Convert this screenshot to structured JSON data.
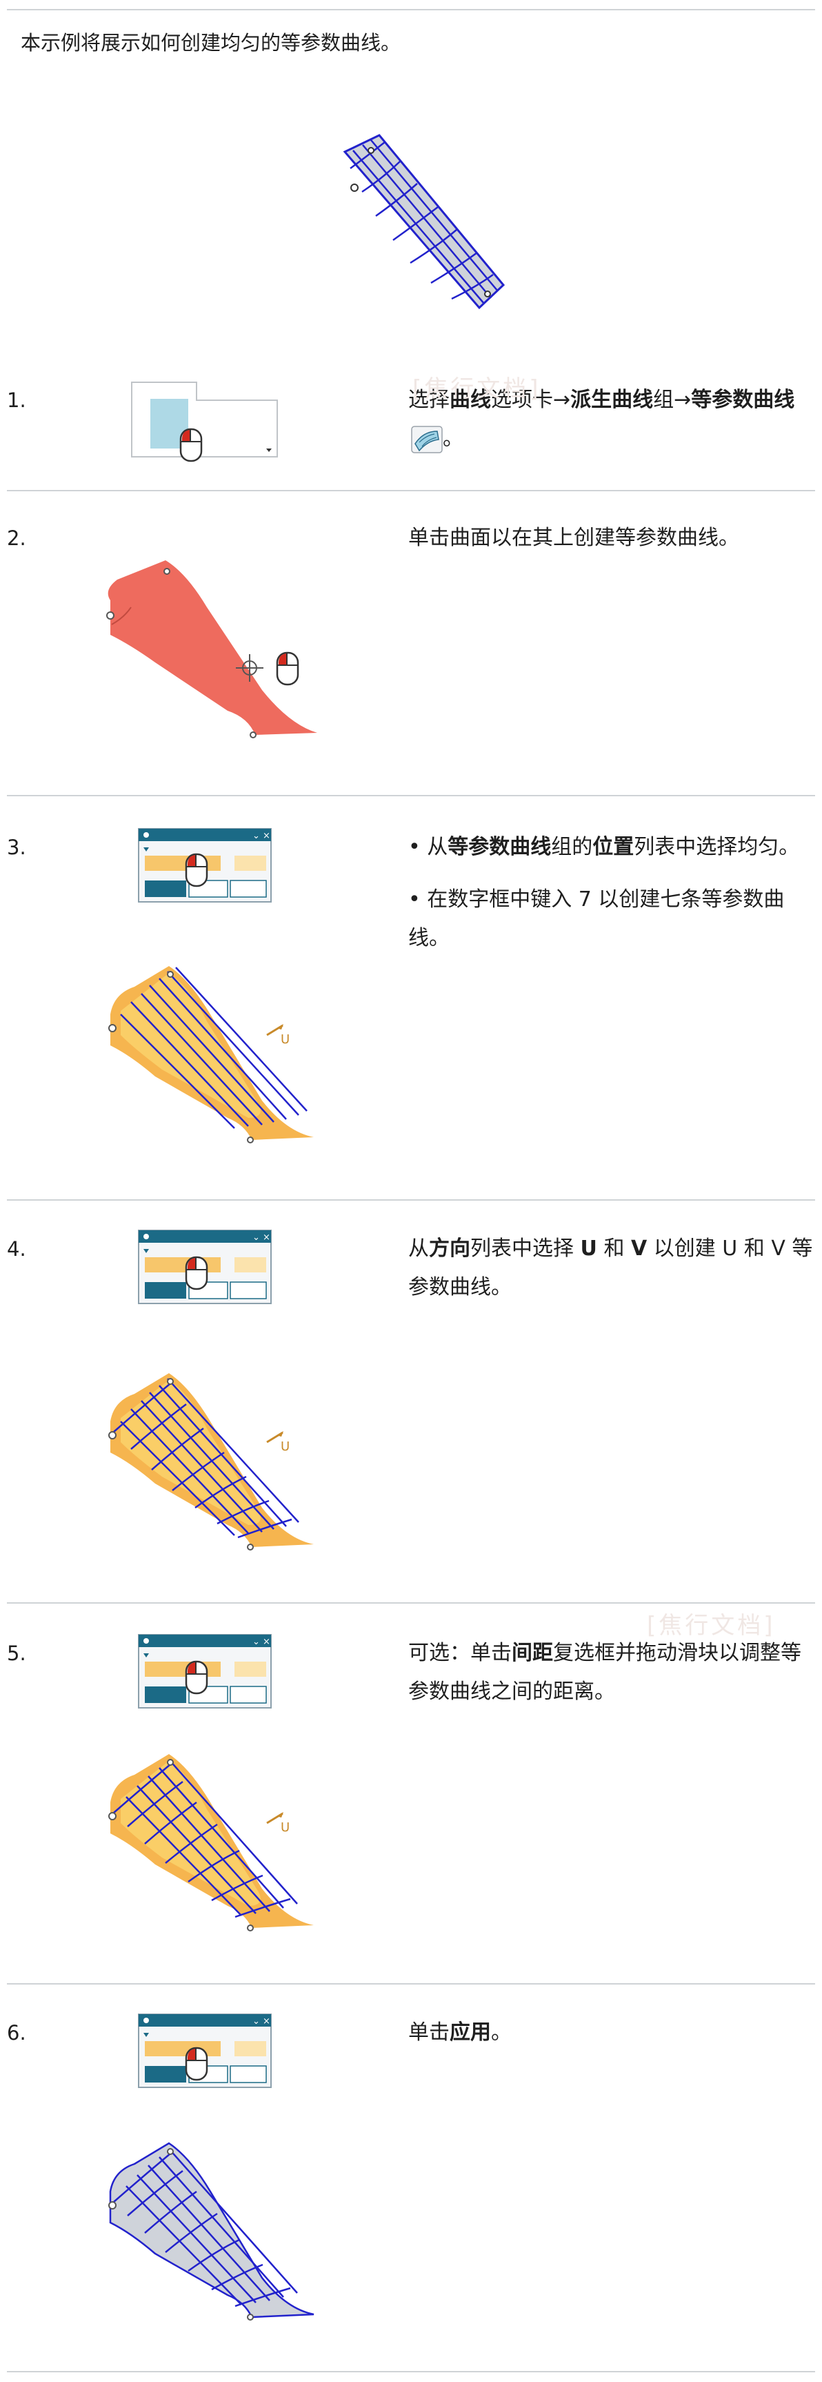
{
  "intro": "本示例将展示如何创建均匀的等参数曲线。",
  "steps": [
    {
      "num": "1.",
      "parts": [
        "选择",
        "曲线",
        "选项卡→",
        "派生曲线",
        "组→",
        "等参数曲线",
        "。"
      ]
    },
    {
      "num": "2.",
      "text": "单击曲面以在其上创建等参数曲线。"
    },
    {
      "num": "3.",
      "bullets": [
        {
          "parts": [
            "• 从",
            "等参数曲线",
            "组的",
            "位置",
            "列表中选择均匀。"
          ]
        },
        {
          "text": "• 在数字框中键入 7 以创建七条等参数曲线。"
        }
      ]
    },
    {
      "num": "4.",
      "parts": [
        "从",
        "方向",
        "列表中选择 ",
        "U",
        " 和 ",
        "V",
        " 以创建 U 和 V 等参数曲线。"
      ]
    },
    {
      "num": "5.",
      "parts": [
        "可选：单击",
        "间距",
        "复选框并拖动滑块以调整等参数曲线之间的距离。"
      ]
    },
    {
      "num": "6.",
      "parts": [
        "单击",
        "应用",
        "。"
      ]
    }
  ],
  "figure_labels": {
    "u_axis": "U"
  },
  "watermark": "[焦行文档]",
  "colors": {
    "mesh": "#2222cc",
    "surface_gray": "#cfd3da",
    "surface_red": "#ee6b5e",
    "surface_orange": "#f6b54f",
    "dialog_header": "#1b6a86"
  }
}
